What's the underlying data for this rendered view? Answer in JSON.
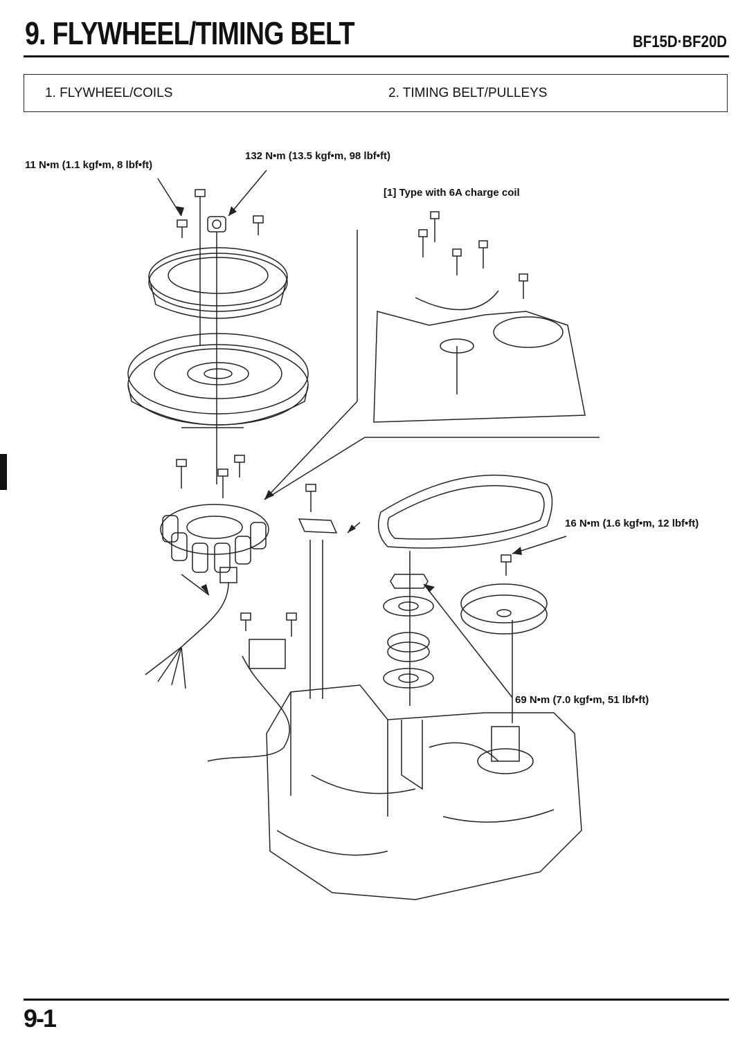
{
  "header": {
    "title": "9. FLYWHEEL/TIMING BELT",
    "model": "BF15D·BF20D"
  },
  "contents": [
    {
      "label": "1. FLYWHEEL/COILS"
    },
    {
      "label": "2. TIMING BELT/PULLEYS"
    }
  ],
  "torque_labels": {
    "flywheel_cover_bolt": "11 N•m (1.1 kgf•m, 8 lbf•ft)",
    "flywheel_nut": "132 N•m (13.5 kgf•m, 98 lbf•ft)",
    "inset_title": "[1]  Type with 6A charge coil",
    "driven_pulley_bolt": "16 N•m (1.6 kgf•m, 12 lbf•ft)",
    "drive_pulley_nut": "69 N•m (7.0 kgf•m, 51 lbf•ft)"
  },
  "footer": {
    "page": "9-1"
  }
}
